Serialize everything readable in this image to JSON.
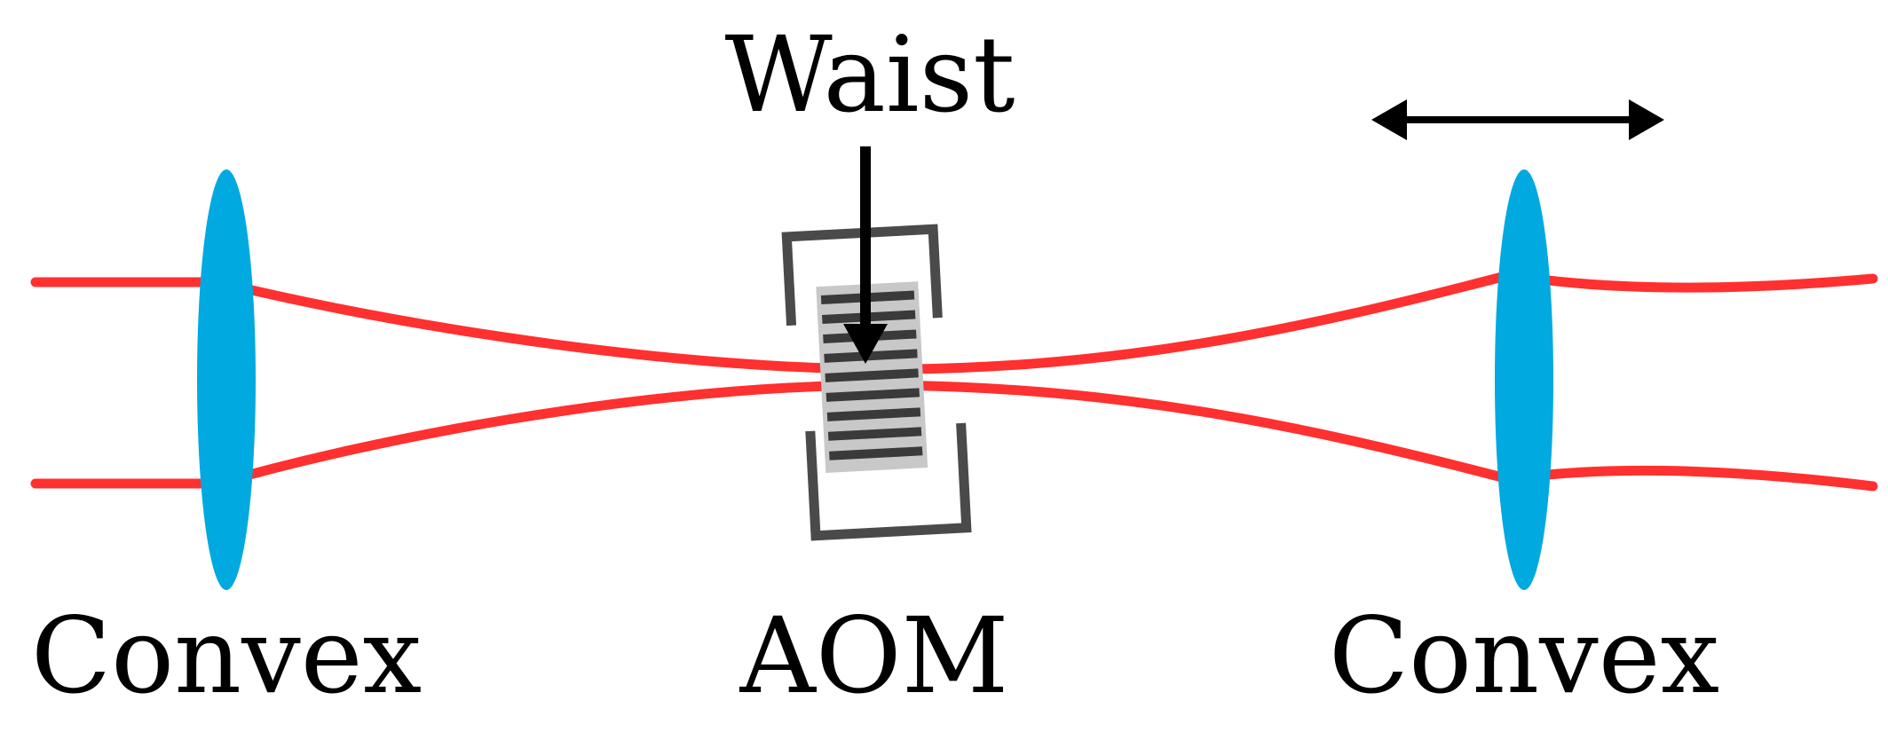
{
  "labels": {
    "waist": "Waist",
    "left_lens": "Convex",
    "aom": "AOM",
    "right_lens": "Convex"
  },
  "colors": {
    "beam": "#ff3030",
    "lens": "#00a9e0",
    "bracket": "#4a4a4a",
    "crystal_light": "#c8c8c8",
    "crystal_dark": "#3a3a3a",
    "arrow": "#000000"
  },
  "icons": {
    "translation_arrow": "double-headed-arrow-icon",
    "waist_pointer": "down-arrow-icon"
  }
}
